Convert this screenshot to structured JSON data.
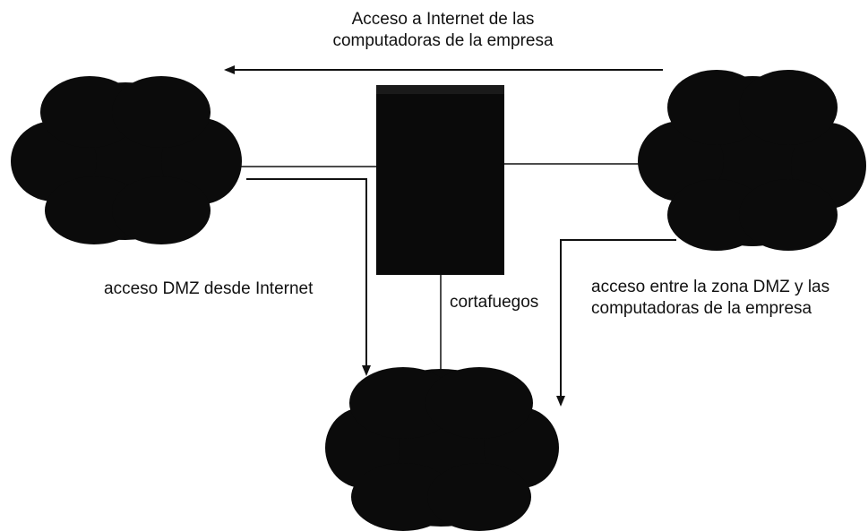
{
  "labels": {
    "top_line1": "Acceso a Internet de las",
    "top_line2": "computadoras de la empresa",
    "left": "acceso DMZ desde Internet",
    "firewall": "cortafuegos",
    "right_line1": "acceso entre la zona DMZ y las",
    "right_line2": "computadoras de la empresa"
  },
  "colors": {
    "ink": "#111111",
    "cloud": "#0b0b0b",
    "firewall": "#0a0a0a"
  }
}
